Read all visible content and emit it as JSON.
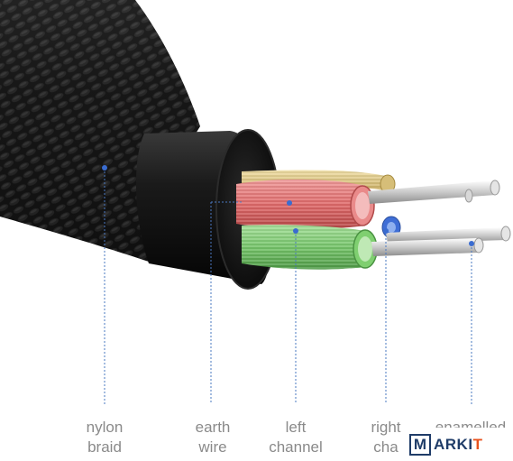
{
  "labels": {
    "nylon_braid": [
      "nylon",
      "braid"
    ],
    "earth_wire": [
      "earth",
      "wire"
    ],
    "left_channel": [
      "left",
      "channel"
    ],
    "right_channel": [
      "right",
      "cha"
    ],
    "enamelled": [
      "enamelled",
      ""
    ]
  },
  "watermark": {
    "letter": "M",
    "text_main": "ARKI",
    "text_accent": "T"
  },
  "colors": {
    "leader_line": "#4a78c2",
    "label_text": "#8a8a8a",
    "watermark_navy": "#1f3c68",
    "watermark_accent": "#e8531f"
  }
}
